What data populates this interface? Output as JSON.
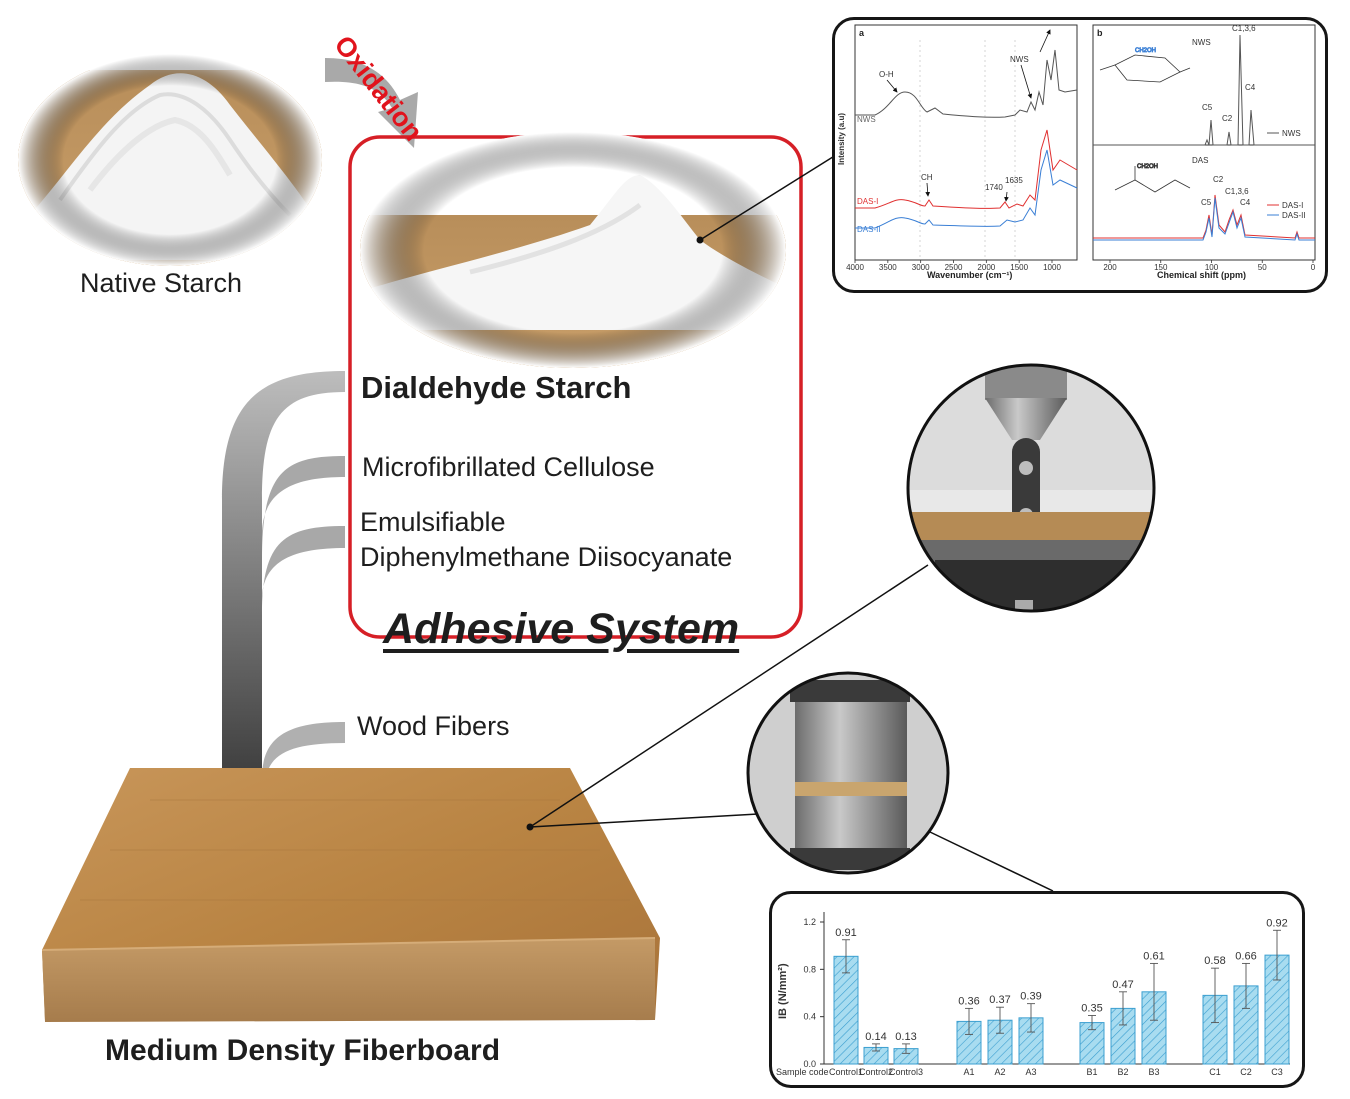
{
  "labels": {
    "native_starch": "Native Starch",
    "oxidation": "Oxidation",
    "dialdehyde_starch": "Dialdehyde Starch",
    "mfc": "Microfibrillated Cellulose",
    "pmdi_line1": "Emulsifiable",
    "pmdi_line2": "Diphenylmethane Diisocyanate",
    "adhesive_system": "Adhesive System",
    "wood_fibers": "Wood Fibers",
    "mdf": "Medium Density Fiberboard"
  },
  "colors": {
    "oxidation": "#e1131c",
    "adhesive_box": "#d61f26",
    "bar_fill": "#a8dcf0",
    "bar_stroke": "#3b9fd0",
    "nws_line": "#555555",
    "das1_line": "#e03030",
    "das2_line": "#3a7fd5"
  },
  "ftir": {
    "panel_letter": "a",
    "ylabel": "Intensity (a.u)",
    "xlabel": "Wavenumber (cm⁻¹)",
    "x_ticks": [
      "4000",
      "3500",
      "3000",
      "2500",
      "2000",
      "1500",
      "1000"
    ],
    "series_labels": [
      "NWS",
      "DAS-I",
      "DAS-II"
    ],
    "annotations": [
      "O-H",
      "NWS",
      "CH",
      "1740",
      "1635"
    ]
  },
  "nmr": {
    "panel_letter": "b",
    "xlabel": "Chemical shift (ppm)",
    "x_ticks": [
      "200",
      "150",
      "100",
      "50",
      "0"
    ],
    "top_label": "NWS",
    "bottom_label": "DAS",
    "peaks_top": [
      "C1,3,6",
      "C5",
      "C2",
      "C4"
    ],
    "peaks_bottom": [
      "C2",
      "C1,3,6",
      "C5",
      "C4"
    ],
    "legend_top": [
      "NWS"
    ],
    "legend_bottom": [
      "DAS-I",
      "DAS-II"
    ]
  },
  "chart_data": {
    "type": "bar",
    "title": "",
    "xlabel": "Sample code",
    "ylabel": "IB (N/mm²)",
    "ylim": [
      0,
      1.2
    ],
    "y_ticks": [
      "0.0",
      "0.4",
      "0.8",
      "1.2"
    ],
    "categories": [
      "Control1",
      "Control2",
      "Control3",
      "A1",
      "A2",
      "A3",
      "B1",
      "B2",
      "B3",
      "C1",
      "C2",
      "C3"
    ],
    "values": [
      0.91,
      0.14,
      0.13,
      0.36,
      0.37,
      0.39,
      0.35,
      0.47,
      0.61,
      0.58,
      0.66,
      0.92
    ],
    "value_labels": [
      "0.91",
      "0.14",
      "0.13",
      "0.36",
      "0.37",
      "0.39",
      "0.35",
      "0.47",
      "0.61",
      "0.58",
      "0.66",
      "0.92"
    ],
    "errors": [
      0.14,
      0.03,
      0.04,
      0.11,
      0.11,
      0.12,
      0.06,
      0.14,
      0.24,
      0.23,
      0.19,
      0.21
    ],
    "grid": false,
    "legend": "none"
  }
}
